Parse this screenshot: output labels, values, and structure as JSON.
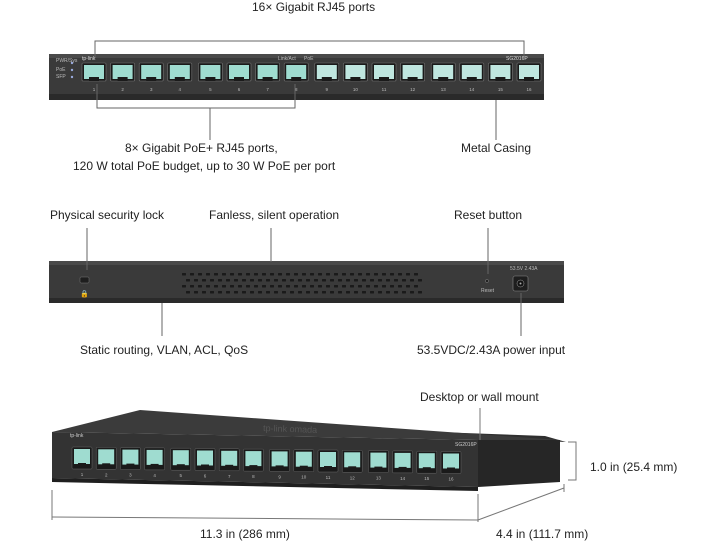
{
  "front": {
    "brand": "tp-link",
    "model": "SG2016P",
    "indicators": [
      "PWR/Sys",
      "PoE",
      "SFP"
    ],
    "port_group_label_link": "Link/Act",
    "port_group_label_poe": "PoE",
    "port_numbers": [
      "1",
      "2",
      "3",
      "4",
      "5",
      "6",
      "7",
      "8",
      "9",
      "10",
      "11",
      "12",
      "13",
      "14",
      "15",
      "16"
    ]
  },
  "back": {
    "reset_label": "Reset",
    "power_label": "53.5V 2.43A"
  },
  "callouts": {
    "rj45_ports": "16× Gigabit RJ45 ports",
    "poe_ports_line1": "8× Gigabit PoE+ RJ45 ports,",
    "poe_ports_line2": "120 W total PoE budget, up to 30 W PoE per port",
    "metal_casing": "Metal Casing",
    "security_lock": "Physical security lock",
    "fanless": "Fanless, silent operation",
    "reset_button": "Reset button",
    "routing": "Static routing, VLAN, ACL, QoS",
    "power_input": "53.5VDC/2.43A power input",
    "mount": "Desktop or wall mount",
    "height": "1.0 in (25.4 mm)",
    "width": "11.3 in (286 mm)",
    "depth": "4.4 in (111.7 mm)"
  },
  "colors": {
    "chassis": "#3a3a3a",
    "chassis_dark": "#2a2a2a",
    "port_green": "#9fdcd0",
    "leader_line": "#555555"
  }
}
